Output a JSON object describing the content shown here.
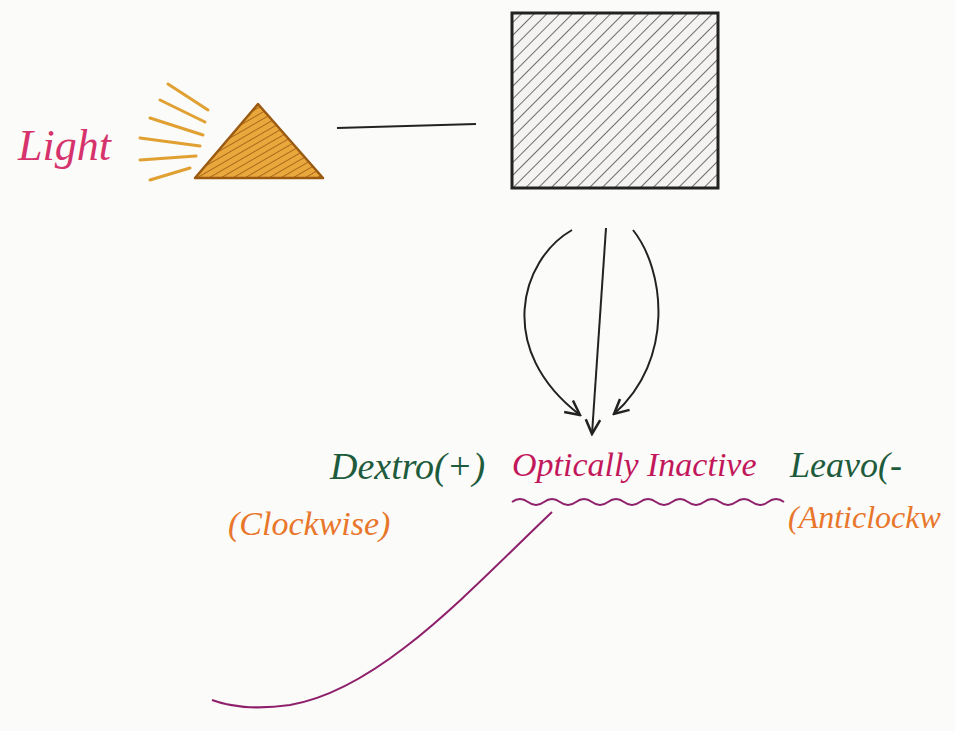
{
  "diagram": {
    "labels": [
      "Light",
      "Dextro(+)",
      "(Clockwise)",
      "Optically Inactive",
      "Leavo(-",
      "(Anticlockw"
    ]
  }
}
